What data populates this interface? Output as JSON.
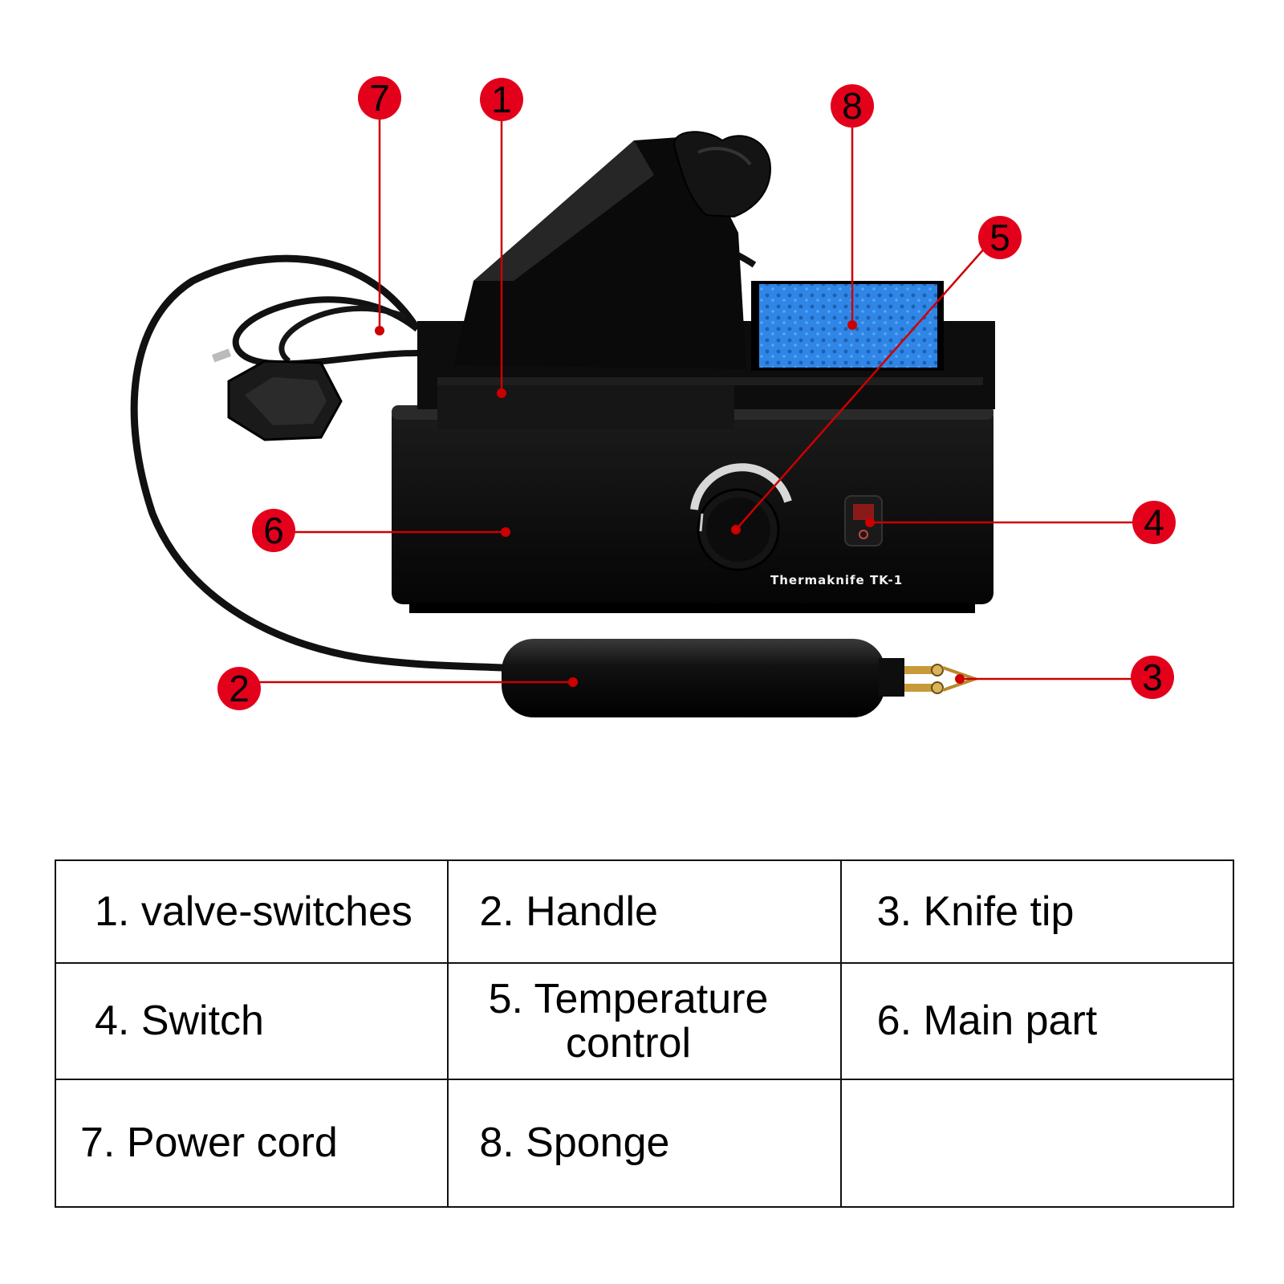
{
  "product": {
    "brand_label": "Thermaknife TK-1"
  },
  "markers": [
    "1",
    "2",
    "3",
    "4",
    "5",
    "6",
    "7",
    "8"
  ],
  "legend": {
    "rows": [
      [
        "1. valve-switches",
        "2. Handle",
        "3. Knife tip"
      ],
      [
        "4. Switch",
        "5. Temperature\ncontrol",
        "6. Main part"
      ],
      [
        "7. Power cord",
        "8. Sponge",
        ""
      ]
    ]
  },
  "colors": {
    "marker_red": "#e3001b",
    "leader_red": "#cc0000",
    "sponge_blue": "#2f86e6",
    "device_black": "#0b0b0b"
  }
}
